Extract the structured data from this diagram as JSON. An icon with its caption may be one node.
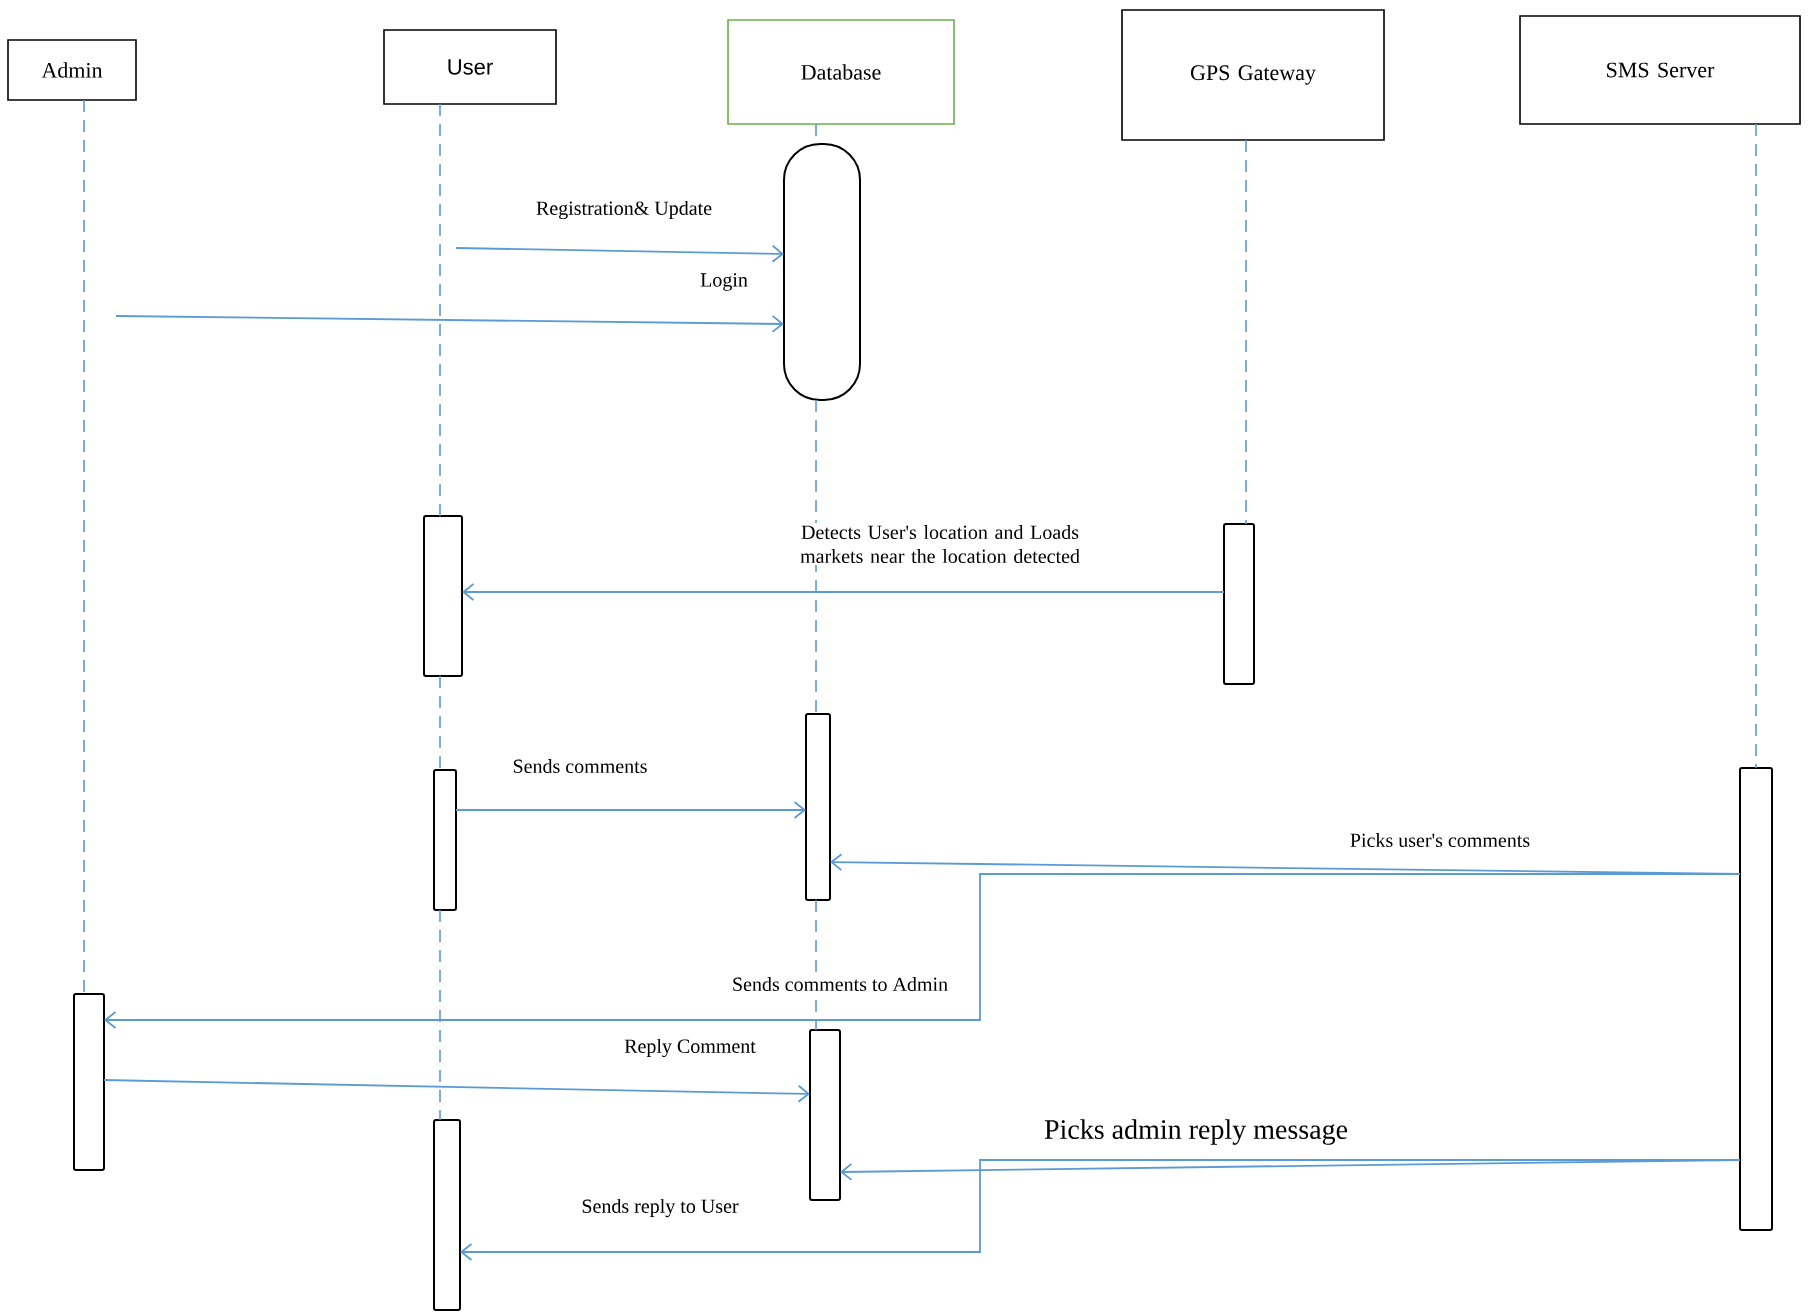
{
  "diagram": {
    "nodes": [
      {
        "text": [
          "Admin"
        ]
      },
      {
        "text": [
          "User"
        ]
      },
      {
        "text": [
          "Database"
        ]
      },
      {
        "text": [
          "GPS Gateway"
        ]
      },
      {
        "text": [
          "SMS Server"
        ]
      },
      {
        "text": [],
        "shape": "cylinder"
      },
      {
        "text": [],
        "shape": "bar"
      },
      {
        "text": [],
        "shape": "bar"
      },
      {
        "text": [],
        "shape": "bar"
      },
      {
        "text": [],
        "shape": "bar"
      },
      {
        "text": [],
        "shape": "bar"
      },
      {
        "text": [],
        "shape": "bar"
      },
      {
        "text": [],
        "shape": "bar"
      },
      {
        "text": [],
        "shape": "bar"
      }
    ],
    "edges": [
      {
        "from": null,
        "to": 5,
        "arrow": "to",
        "label": "Registration& Update"
      },
      {
        "from": null,
        "to": 5,
        "arrow": "to",
        "label": "Login"
      },
      {
        "from": 7,
        "to": 6,
        "arrow": "to",
        "label": "Detects User's location and Loads markets near the location detected"
      },
      {
        "from": 10,
        "to": 8,
        "arrow": "to",
        "label": "Sends comments"
      },
      {
        "from": 9,
        "to": 8,
        "arrow": "to",
        "label": "Picks user's comments"
      },
      {
        "from": 9,
        "to": 11,
        "arrow": "to",
        "label": "Sends comments to Admin"
      },
      {
        "from": 11,
        "to": 12,
        "arrow": "to",
        "label": "Reply Comment"
      },
      {
        "from": 9,
        "to": 12,
        "arrow": "to",
        "label": "Picks admin reply message"
      },
      {
        "from": 9,
        "to": 13,
        "arrow": "to",
        "label": "Sends reply to User"
      },
      {
        "from": 0,
        "to": 11,
        "arrow": "none",
        "style": "dashed"
      },
      {
        "from": 1,
        "to": 6,
        "arrow": "none",
        "style": "dashed"
      },
      {
        "from": 6,
        "to": 10,
        "arrow": "none",
        "style": "dashed"
      },
      {
        "from": 10,
        "to": 13,
        "arrow": "none",
        "style": "dashed"
      },
      {
        "from": 2,
        "to": 5,
        "arrow": "none",
        "style": "dashed"
      },
      {
        "from": 5,
        "to": 8,
        "arrow": "none",
        "style": "dashed"
      },
      {
        "from": 8,
        "to": 12,
        "arrow": "none",
        "style": "dashed"
      },
      {
        "from": 3,
        "to": 7,
        "arrow": "none",
        "style": "dashed"
      },
      {
        "from": 4,
        "to": 9,
        "arrow": "none",
        "style": "dashed"
      }
    ]
  }
}
